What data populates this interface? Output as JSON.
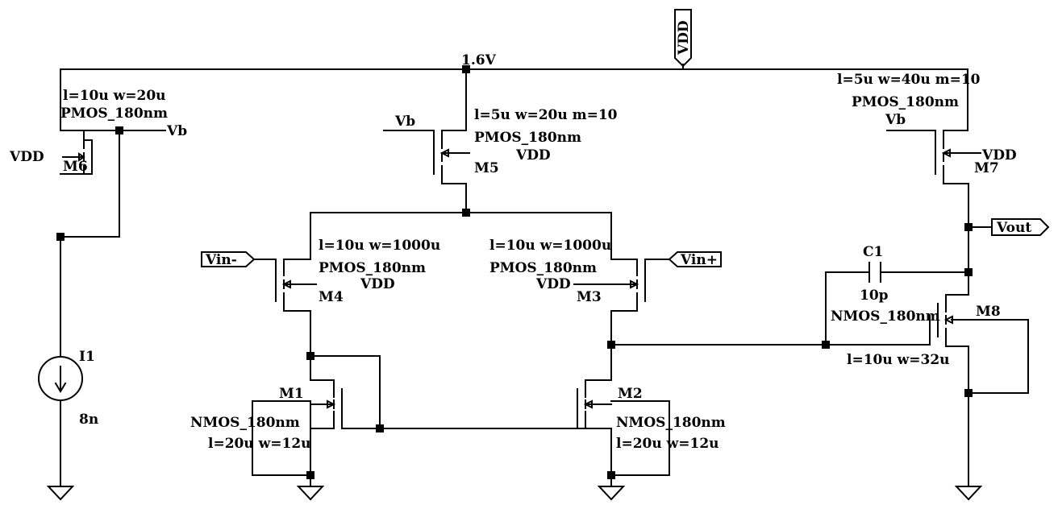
{
  "supply": {
    "pin": "VDD",
    "voltage": "1.6V"
  },
  "bias_net": "Vb",
  "ports": {
    "vin_minus": "Vin-",
    "vin_plus": "Vin+",
    "vout": "Vout"
  },
  "source": {
    "name": "I1",
    "value": "8n"
  },
  "capacitor": {
    "name": "C1",
    "value": "10p"
  },
  "transistors": {
    "m1": {
      "name": "M1",
      "model": "NMOS_180nm",
      "size": "l=20u w=12u"
    },
    "m2": {
      "name": "M2",
      "model": "NMOS_180nm",
      "size": "l=20u w=12u"
    },
    "m3": {
      "name": "M3",
      "model": "PMOS_180nm",
      "size": "l=10u w=1000u",
      "bulk": "VDD"
    },
    "m4": {
      "name": "M4",
      "model": "PMOS_180nm",
      "size": "l=10u w=1000u",
      "bulk": "VDD"
    },
    "m5": {
      "name": "M5",
      "model": "PMOS_180nm",
      "size": "l=5u w=20u m=10",
      "bulk": "VDD",
      "gate": "Vb"
    },
    "m6": {
      "name": "M6",
      "model": "PMOS_180nm",
      "size": "l=10u w=20u",
      "bulk": "VDD"
    },
    "m7": {
      "name": "M7",
      "model": "PMOS_180nm",
      "size": "l=5u w=40u m=10",
      "bulk": "VDD",
      "gate": "Vb"
    },
    "m8": {
      "name": "M8",
      "model": "NMOS_180nm",
      "size": "l=10u w=32u"
    }
  }
}
